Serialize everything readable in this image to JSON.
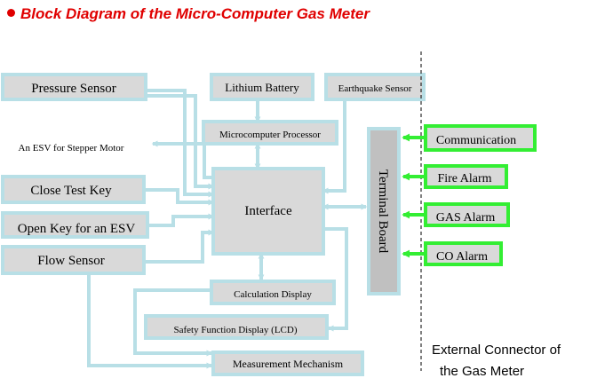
{
  "title": "Block Diagram of the Micro-Computer Gas Meter",
  "blocks": {
    "pressure_sensor": "Pressure Sensor",
    "lithium_battery": "Lithium Battery",
    "earthquake_sensor": "Earthquake Sensor",
    "microcomputer_processor": "Microcomputer Processor",
    "esv_stepper_motor": "An ESV for Stepper Motor",
    "close_test_key": "Close Test Key",
    "interface": "Interface",
    "open_key_esv": "Open Key for an ESV",
    "flow_sensor": "Flow Sensor",
    "calculation_display": "Calculation Display",
    "safety_function_display": "Safety Function Display (LCD)",
    "measurement_mechanism": "Measurement Mechanism",
    "terminal_board": "Terminal Board"
  },
  "external": {
    "communication": "Communication",
    "fire_alarm": "Fire Alarm",
    "gas_alarm": "GAS Alarm",
    "co_alarm": "CO Alarm"
  },
  "external_connector": {
    "line1": "External Connector of",
    "line2": "the Gas Meter"
  },
  "colors": {
    "title": "#e00000",
    "box_fill": "#d9d9d9",
    "box_border": "#b8dfe6",
    "connector": "#b8dfe6",
    "external_border": "#33ee33",
    "external_arrow": "#33ee33",
    "terminal_fill": "#c0c0c0"
  }
}
